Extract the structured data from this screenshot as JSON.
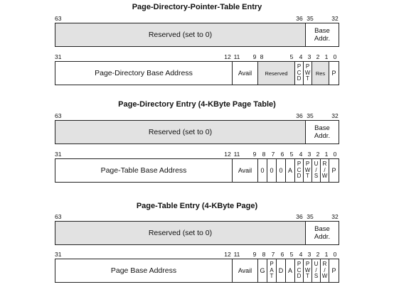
{
  "sections": [
    {
      "title": "Page-Directory-Pointer-Table Entry",
      "upper": {
        "bits": [
          "63",
          "36",
          "35",
          "32"
        ],
        "reserved": "Reserved (set to 0)",
        "base": [
          "Base",
          "Addr."
        ]
      },
      "lower": {
        "bits": [
          "31",
          "12",
          "11",
          "9",
          "8",
          "5",
          "4",
          "3",
          "2",
          "1",
          "0"
        ],
        "base_label": "Page-Directory Base Address",
        "avail": "Avail",
        "reserved_mid": "Reserved",
        "pcd": [
          "P",
          "C",
          "D"
        ],
        "pwt": [
          "P",
          "W",
          "T"
        ],
        "res": "Res",
        "p": "P"
      }
    },
    {
      "title": "Page-Directory Entry (4-KByte Page Table)",
      "upper": {
        "bits": [
          "63",
          "36",
          "35",
          "32"
        ],
        "reserved": "Reserved (set to 0)",
        "base": [
          "Base",
          "Addr."
        ]
      },
      "lower": {
        "bits": [
          "31",
          "12",
          "11",
          "9",
          "8",
          "7",
          "6",
          "5",
          "4",
          "3",
          "2",
          "1",
          "0"
        ],
        "base_label": "Page-Table Base Address",
        "avail": "Avail",
        "zeros": [
          "0",
          "0",
          "0"
        ],
        "a": "A",
        "pcd": [
          "P",
          "C",
          "D"
        ],
        "pwt": [
          "P",
          "W",
          "T"
        ],
        "us": [
          "U",
          "/",
          "S"
        ],
        "rw": [
          "R",
          "/",
          "W"
        ],
        "p": "P"
      }
    },
    {
      "title": "Page-Table Entry (4-KByte Page)",
      "upper": {
        "bits": [
          "63",
          "36",
          "35",
          "32"
        ],
        "reserved": "Reserved (set to 0)",
        "base": [
          "Base",
          "Addr."
        ]
      },
      "lower": {
        "bits": [
          "31",
          "12",
          "11",
          "9",
          "8",
          "7",
          "6",
          "5",
          "4",
          "3",
          "2",
          "1",
          "0"
        ],
        "base_label": "Page Base Address",
        "avail": "Avail",
        "g": "G",
        "pat": [
          "P",
          "A",
          "T"
        ],
        "d": "D",
        "a": "A",
        "pcd": [
          "P",
          "C",
          "D"
        ],
        "pwt": [
          "P",
          "W",
          "T"
        ],
        "us": [
          "U",
          "/",
          "S"
        ],
        "rw": [
          "R",
          "/",
          "W"
        ],
        "p": "P"
      }
    }
  ]
}
